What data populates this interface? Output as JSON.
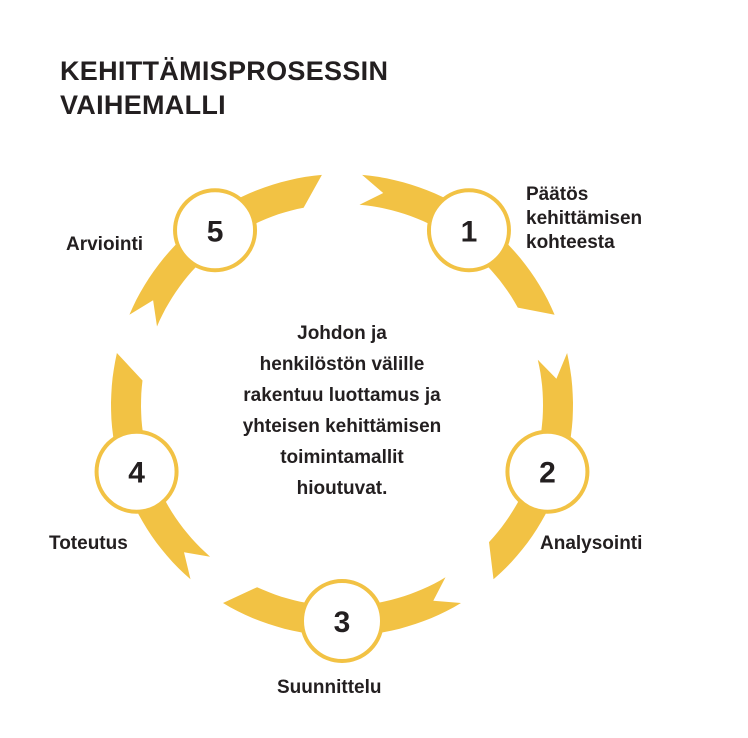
{
  "title": [
    "KEHITTÄMISPROSESSIN",
    "VAIHEMALLI"
  ],
  "center_text": [
    "Johdon ja",
    "henkilöstön välille",
    "rakentuu luottamus ja",
    "yhteisen kehittämisen",
    "toimintamallit",
    "hioutuvat."
  ],
  "steps": [
    {
      "number": "1",
      "label": [
        "Päätös",
        "kehittämisen",
        "kohteesta"
      ]
    },
    {
      "number": "2",
      "label": [
        "Analysointi"
      ]
    },
    {
      "number": "3",
      "label": [
        "Suunnittelu"
      ]
    },
    {
      "number": "4",
      "label": [
        "Toteutus"
      ]
    },
    {
      "number": "5",
      "label": [
        "Arviointi"
      ]
    }
  ],
  "colors": {
    "accent": "#F2C244",
    "text": "#231F20"
  }
}
